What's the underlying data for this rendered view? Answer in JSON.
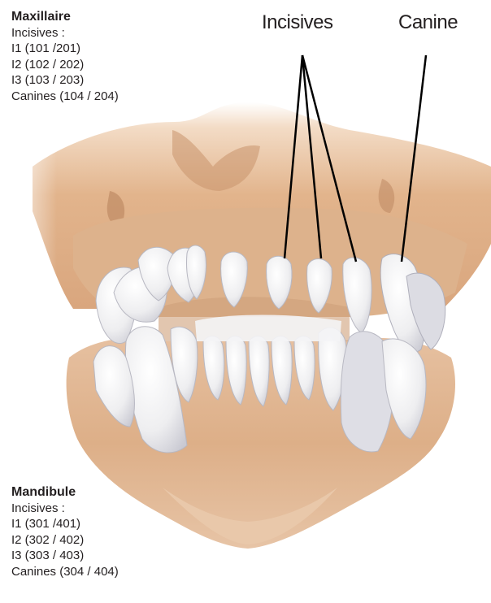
{
  "maxillaire": {
    "title": "Maxillaire",
    "subtitle": "Incisives :",
    "lines": [
      "I1 (101 /201)",
      "I2 (102 / 202)",
      "I3 (103 / 203)",
      "Canines (104 / 204)"
    ]
  },
  "mandibule": {
    "title": "Mandibule",
    "subtitle": "Incisives :",
    "lines": [
      "I1 (301 /401)",
      "I2 (302 / 402)",
      "I3 (303 / 403)",
      "Canines (304 / 404)"
    ]
  },
  "callouts": {
    "incisives": "Incisives",
    "canine": "Canine"
  },
  "colors": {
    "bone": "#dcae86",
    "bone_dark": "#c08d66",
    "tooth": "#f3f3f4",
    "tooth_shade": "#d5d5dc",
    "text": "#231f20"
  }
}
